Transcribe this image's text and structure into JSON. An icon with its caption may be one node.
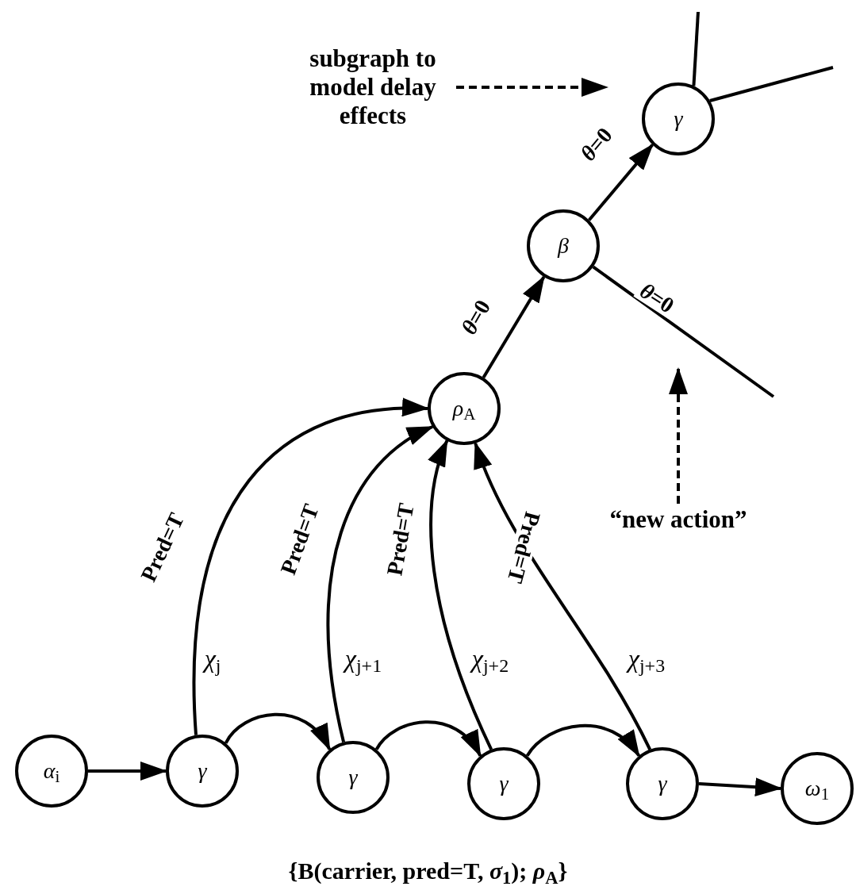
{
  "diagram": {
    "caption": "{B(carrier, pred=T, *σ*$_{1}$); *ρ*$_{A}$}",
    "nodes": [
      {
        "text": [
          "*α*$_{i}$"
        ]
      },
      {
        "text": [
          "*γ*"
        ]
      },
      {
        "text": [
          "*γ*"
        ]
      },
      {
        "text": [
          "*γ*"
        ]
      },
      {
        "text": [
          "*γ*"
        ]
      },
      {
        "text": [
          "*ω*$_{1}$"
        ]
      },
      {
        "text": [
          "*ρ*$_{A}$"
        ]
      },
      {
        "text": [
          "*β*"
        ]
      },
      {
        "text": [
          "*γ*"
        ]
      },
      {
        "text": [
          "subgraph to model delay effects"
        ]
      },
      {
        "text": [
          "“new action”"
        ]
      }
    ],
    "edges": [
      {
        "from": 0,
        "to": 1,
        "arrow": "to"
      },
      {
        "from": 1,
        "to": 2,
        "arrow": "to"
      },
      {
        "from": 2,
        "to": 3,
        "arrow": "to"
      },
      {
        "from": 3,
        "to": 4,
        "arrow": "to"
      },
      {
        "from": 4,
        "to": 5,
        "arrow": "to"
      },
      {
        "from": 1,
        "to": 6,
        "arrow": "to",
        "label": "Pred=T"
      },
      {
        "from": 2,
        "to": 6,
        "arrow": "to",
        "label": "Pred=T"
      },
      {
        "from": 3,
        "to": 6,
        "arrow": "to",
        "label": "Pred=T"
      },
      {
        "from": 4,
        "to": 6,
        "arrow": "to",
        "label": "Pred=T"
      },
      {
        "from": 6,
        "to": 7,
        "arrow": "to",
        "label": "*θ*=0"
      },
      {
        "from": 7,
        "to": 8,
        "arrow": "to",
        "label": "*θ*=0"
      },
      {
        "from": 7,
        "to": null,
        "arrow": "none",
        "label": "*θ*=0"
      },
      {
        "from": 8,
        "to": null,
        "arrow": "none"
      },
      {
        "from": 8,
        "to": null,
        "arrow": "none"
      },
      {
        "from": 9,
        "to": null,
        "arrow": "to",
        "style": "dashed"
      },
      {
        "from": 10,
        "to": null,
        "arrow": "to",
        "style": "dashed"
      }
    ],
    "labels": [
      "*χ*$_{j}$",
      "*χ*$_{j+1}$",
      "*χ*$_{j+2}$",
      "*χ*$_{j+3}$"
    ]
  }
}
